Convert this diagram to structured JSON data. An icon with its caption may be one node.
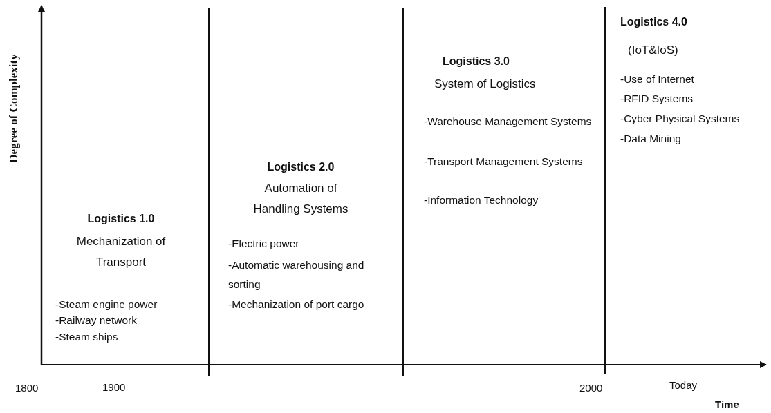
{
  "diagram": {
    "labels": [
      "Degree of Complexity",
      "Logistics 1.0",
      "Mechanization of Transport",
      "-Steam engine power",
      "-Railway network",
      "-Steam ships",
      "Logistics 2.0",
      "Automation of Handling Systems",
      "-Electric power",
      "-Automatic warehousing and sorting",
      "-Mechanization of port cargo",
      "Logistics 3.0",
      "System of Logistics",
      "-Warehouse Management Systems",
      "-Transport Management Systems",
      "-Information Technology",
      "Logistics 4.0",
      "(IoT&IoS)",
      "-Use of Internet",
      "-RFID Systems",
      "-Cyber Physical Systems",
      "-Data Mining",
      "1800",
      "1900",
      "2000",
      "Today",
      "Time"
    ]
  }
}
